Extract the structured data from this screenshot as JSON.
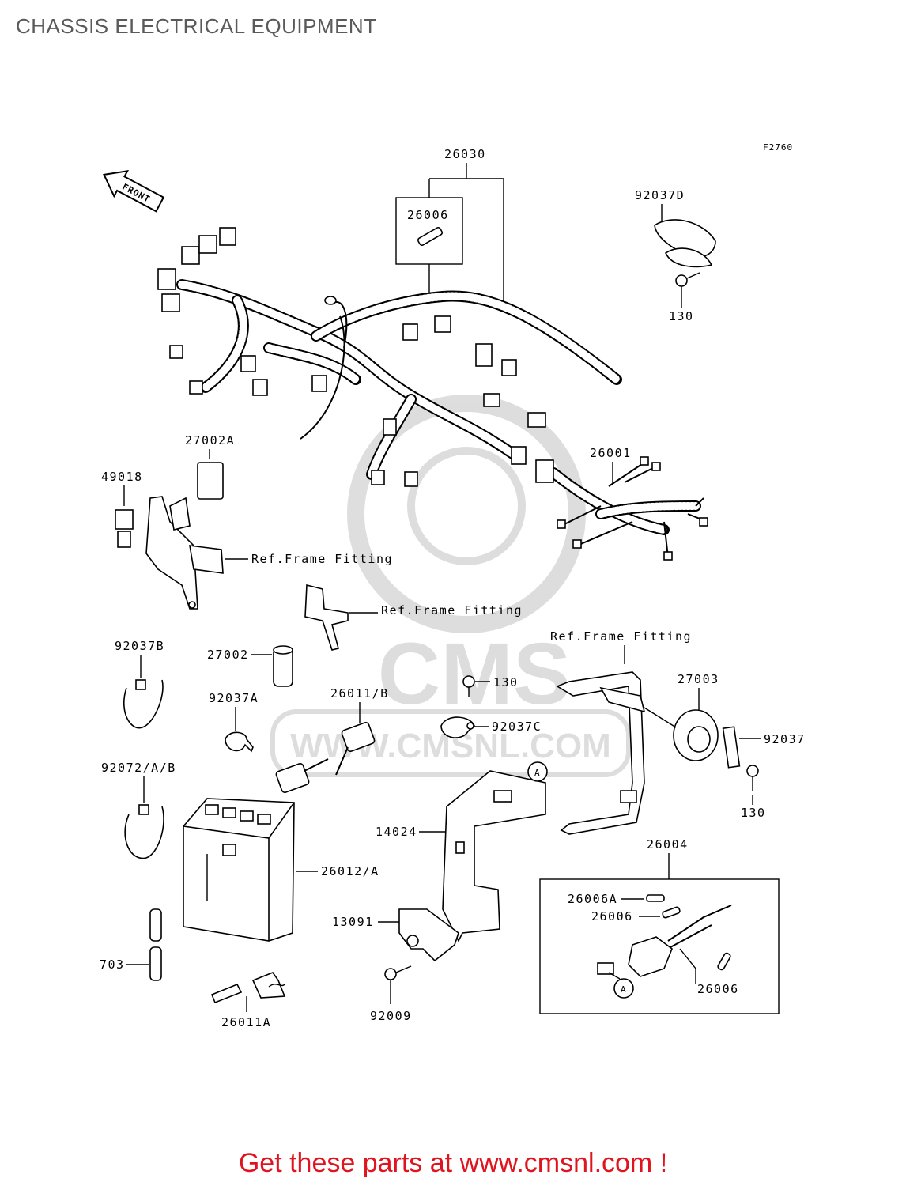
{
  "header": {
    "title": "CHASSIS ELECTRICAL EQUIPMENT"
  },
  "diagram": {
    "figure_code": "F2760",
    "front_arrow_label": "FRONT",
    "watermark": {
      "text": "CMS",
      "url_text": "WWW.CMSNL.COM"
    },
    "callouts": {
      "p26030": "26030",
      "p26006_top": "26006",
      "p92037D": "92037D",
      "p130_top": "130",
      "p27002A": "27002A",
      "p49018": "49018",
      "p26001": "26001",
      "ref1": "Ref.Frame Fitting",
      "ref2": "Ref.Frame Fitting",
      "ref3": "Ref.Frame Fitting",
      "p92037B": "92037B",
      "p27002": "27002",
      "p130_mid": "130",
      "p27003": "27003",
      "p92037A": "92037A",
      "p26011B": "26011/B",
      "p92037C": "92037C",
      "p92037": "92037",
      "p130_right": "130",
      "p92072": "92072/A/B",
      "pA_top": "A",
      "p14024": "14024",
      "p26012": "26012/A",
      "p26004": "26004",
      "p26006A": "26006A",
      "p26006_mid": "26006",
      "p13091": "13091",
      "pA_bottom": "A",
      "p26006_bot": "26006",
      "p703": "703",
      "p26011A": "26011A",
      "p92009": "92009"
    }
  },
  "footer": {
    "cta": "Get these parts at www.cmsnl.com !"
  }
}
